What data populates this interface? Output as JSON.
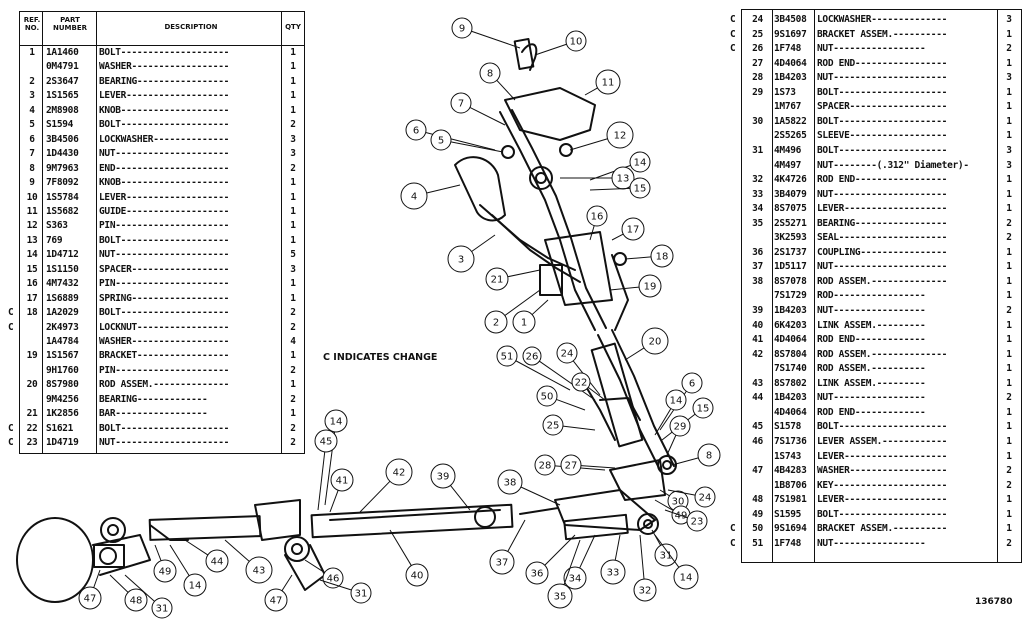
{
  "left_table": {
    "headers": {
      "ref": "REF. NO.",
      "part": "PART NUMBER",
      "desc": "DESCRIPTION",
      "qty": "QTY"
    },
    "rows": [
      {
        "m": "",
        "ref": "1",
        "pn": "1A1460",
        "desc": "BOLT--------------------",
        "qty": "1"
      },
      {
        "m": "",
        "ref": "",
        "pn": "0M4791",
        "desc": "WASHER------------------",
        "qty": "1"
      },
      {
        "m": "",
        "ref": "2",
        "pn": "2S3647",
        "desc": "BEARING-----------------",
        "qty": "1"
      },
      {
        "m": "",
        "ref": "3",
        "pn": "1S1565",
        "desc": "LEVER-------------------",
        "qty": "1"
      },
      {
        "m": "",
        "ref": "4",
        "pn": "2M8908",
        "desc": "KNOB--------------------",
        "qty": "1"
      },
      {
        "m": "",
        "ref": "5",
        "pn": "S1594",
        "desc": "BOLT--------------------",
        "qty": "2"
      },
      {
        "m": "",
        "ref": "6",
        "pn": "3B4506",
        "desc": "LOCKWASHER--------------",
        "qty": "3"
      },
      {
        "m": "",
        "ref": "7",
        "pn": "1D4430",
        "desc": "NUT---------------------",
        "qty": "3"
      },
      {
        "m": "",
        "ref": "8",
        "pn": "9M7963",
        "desc": "END---------------------",
        "qty": "2"
      },
      {
        "m": "",
        "ref": "9",
        "pn": "7F8092",
        "desc": "KNOB--------------------",
        "qty": "1"
      },
      {
        "m": "",
        "ref": "10",
        "pn": "1S5784",
        "desc": "LEVER-------------------",
        "qty": "1"
      },
      {
        "m": "",
        "ref": "11",
        "pn": "1S5682",
        "desc": "GUIDE-------------------",
        "qty": "1"
      },
      {
        "m": "",
        "ref": "12",
        "pn": "S363",
        "desc": "PIN---------------------",
        "qty": "1"
      },
      {
        "m": "",
        "ref": "13",
        "pn": "769",
        "desc": "BOLT--------------------",
        "qty": "1"
      },
      {
        "m": "",
        "ref": "14",
        "pn": "1D4712",
        "desc": "NUT---------------------",
        "qty": "5"
      },
      {
        "m": "",
        "ref": "15",
        "pn": "1S1150",
        "desc": "SPACER------------------",
        "qty": "3"
      },
      {
        "m": "",
        "ref": "16",
        "pn": "4M7432",
        "desc": "PIN---------------------",
        "qty": "1"
      },
      {
        "m": "",
        "ref": "17",
        "pn": "1S6889",
        "desc": "SPRING------------------",
        "qty": "1"
      },
      {
        "m": "C",
        "ref": "18",
        "pn": "1A2029",
        "desc": "BOLT--------------------",
        "qty": "2"
      },
      {
        "m": "C",
        "ref": "",
        "pn": "2K4973",
        "desc": "LOCKNUT-----------------",
        "qty": "2"
      },
      {
        "m": "",
        "ref": "",
        "pn": "1A4784",
        "desc": "WASHER------------------",
        "qty": "4"
      },
      {
        "m": "",
        "ref": "19",
        "pn": "1S1567",
        "desc": "BRACKET-----------------",
        "qty": "1"
      },
      {
        "m": "",
        "ref": "",
        "pn": "9H1760",
        "desc": "PIN---------------------",
        "qty": "2"
      },
      {
        "m": "",
        "ref": "20",
        "pn": "8S7980",
        "desc": "ROD ASSEM.--------------",
        "qty": "1"
      },
      {
        "m": "",
        "ref": "",
        "pn": "9M4256",
        "desc": "    BEARING-------------",
        "qty": "2"
      },
      {
        "m": "",
        "ref": "21",
        "pn": "1K2856",
        "desc": "    BAR-----------------",
        "qty": "1"
      },
      {
        "m": "C",
        "ref": "22",
        "pn": "S1621",
        "desc": "BOLT--------------------",
        "qty": "2"
      },
      {
        "m": "C",
        "ref": "23",
        "pn": "1D4719",
        "desc": "NUT---------------------",
        "qty": "2"
      }
    ]
  },
  "right_table": {
    "rows": [
      {
        "m": "C",
        "ref": "24",
        "pn": "3B4508",
        "desc": "LOCKWASHER--------------",
        "qty": "3"
      },
      {
        "m": "C",
        "ref": "25",
        "pn": "9S1697",
        "desc": "BRACKET ASSEM.----------",
        "qty": "1"
      },
      {
        "m": "C",
        "ref": "26",
        "pn": "1F748",
        "desc": "    NUT-----------------",
        "qty": "2"
      },
      {
        "m": "",
        "ref": "27",
        "pn": "4D4064",
        "desc": "ROD END-----------------",
        "qty": "1"
      },
      {
        "m": "",
        "ref": "28",
        "pn": "1B4203",
        "desc": "NUT---------------------",
        "qty": "3"
      },
      {
        "m": "",
        "ref": "29",
        "pn": "1S73",
        "desc": "BOLT--------------------",
        "qty": "1"
      },
      {
        "m": "",
        "ref": "",
        "pn": "1M767",
        "desc": "SPACER------------------",
        "qty": "1"
      },
      {
        "m": "",
        "ref": "30",
        "pn": "1A5822",
        "desc": "BOLT--------------------",
        "qty": "1"
      },
      {
        "m": "",
        "ref": "",
        "pn": "2S5265",
        "desc": "SLEEVE------------------",
        "qty": "1"
      },
      {
        "m": "",
        "ref": "31",
        "pn": "4M496",
        "desc": "BOLT--------------------",
        "qty": "3"
      },
      {
        "m": "",
        "ref": "",
        "pn": "4M497",
        "desc": "NUT--------(.312\" Diameter)-",
        "qty": "3"
      },
      {
        "m": "",
        "ref": "32",
        "pn": "4K4726",
        "desc": "ROD END-----------------",
        "qty": "1"
      },
      {
        "m": "",
        "ref": "33",
        "pn": "3B4079",
        "desc": "NUT---------------------",
        "qty": "1"
      },
      {
        "m": "",
        "ref": "34",
        "pn": "8S7075",
        "desc": "LEVER-------------------",
        "qty": "1"
      },
      {
        "m": "",
        "ref": "35",
        "pn": "2S5271",
        "desc": "BEARING-----------------",
        "qty": "2"
      },
      {
        "m": "",
        "ref": "",
        "pn": "3K2593",
        "desc": "SEAL--------------------",
        "qty": "2"
      },
      {
        "m": "",
        "ref": "36",
        "pn": "2S1737",
        "desc": "COUPLING----------------",
        "qty": "1"
      },
      {
        "m": "",
        "ref": "37",
        "pn": "1D5117",
        "desc": "NUT---------------------",
        "qty": "1"
      },
      {
        "m": "",
        "ref": "38",
        "pn": "8S7078",
        "desc": "ROD ASSEM.--------------",
        "qty": "1"
      },
      {
        "m": "",
        "ref": "",
        "pn": "7S1729",
        "desc": "    ROD-----------------",
        "qty": "1"
      },
      {
        "m": "",
        "ref": "39",
        "pn": "1B4203",
        "desc": "    NUT-----------------",
        "qty": "2"
      },
      {
        "m": "",
        "ref": "40",
        "pn": "6K4203",
        "desc": "    LINK ASSEM.---------",
        "qty": "1"
      },
      {
        "m": "",
        "ref": "41",
        "pn": "4D4064",
        "desc": "    ROD END-------------",
        "qty": "1"
      },
      {
        "m": "",
        "ref": "42",
        "pn": "8S7804",
        "desc": "ROD ASSEM.--------------",
        "qty": "1"
      },
      {
        "m": "",
        "ref": "",
        "pn": "7S1740",
        "desc": "    ROD ASSEM.----------",
        "qty": "1"
      },
      {
        "m": "",
        "ref": "43",
        "pn": "8S7802",
        "desc": "    LINK ASSEM.---------",
        "qty": "1"
      },
      {
        "m": "",
        "ref": "44",
        "pn": "1B4203",
        "desc": "    NUT-----------------",
        "qty": "2"
      },
      {
        "m": "",
        "ref": "",
        "pn": "4D4064",
        "desc": "    ROD END-------------",
        "qty": "1"
      },
      {
        "m": "",
        "ref": "45",
        "pn": "S1578",
        "desc": "BOLT--------------------",
        "qty": "1"
      },
      {
        "m": "",
        "ref": "46",
        "pn": "7S1736",
        "desc": "LEVER ASSEM.------------",
        "qty": "1"
      },
      {
        "m": "",
        "ref": "",
        "pn": "1S743",
        "desc": "LEVER-------------------",
        "qty": "1"
      },
      {
        "m": "",
        "ref": "47",
        "pn": "4B4283",
        "desc": "WASHER------------------",
        "qty": "2"
      },
      {
        "m": "",
        "ref": "",
        "pn": "1B8706",
        "desc": "KEY---------------------",
        "qty": "2"
      },
      {
        "m": "",
        "ref": "48",
        "pn": "7S1981",
        "desc": "LEVER-------------------",
        "qty": "1"
      },
      {
        "m": "",
        "ref": "49",
        "pn": "S1595",
        "desc": "BOLT--------------------",
        "qty": "1"
      },
      {
        "m": "C",
        "ref": "50",
        "pn": "9S1694",
        "desc": "BRACKET ASSEM.----------",
        "qty": "1"
      },
      {
        "m": "C",
        "ref": "51",
        "pn": "1F748",
        "desc": "    NUT-----------------",
        "qty": "2"
      }
    ]
  },
  "change_note": "C INDICATES CHANGE",
  "figure_number": "136780",
  "callouts": [
    "1",
    "2",
    "3",
    "4",
    "5",
    "6",
    "7",
    "8",
    "9",
    "10",
    "11",
    "12",
    "13",
    "14",
    "15",
    "16",
    "17",
    "18",
    "19",
    "20",
    "21",
    "22",
    "23",
    "24",
    "25",
    "26",
    "27",
    "28",
    "29",
    "30",
    "31",
    "32",
    "33",
    "34",
    "35",
    "36",
    "37",
    "38",
    "39",
    "40",
    "41",
    "42",
    "43",
    "44",
    "45",
    "46",
    "47",
    "48",
    "49",
    "50",
    "51"
  ]
}
